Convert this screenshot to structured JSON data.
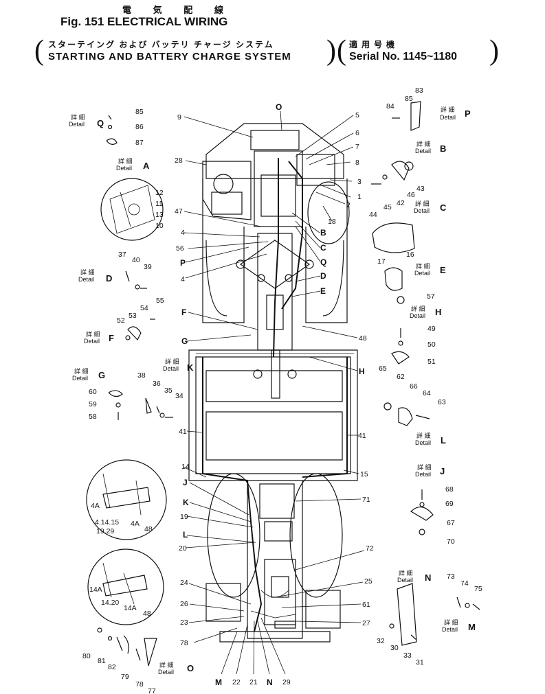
{
  "header": {
    "kanji_title": "電 気 配 線",
    "fig_title": "Fig. 151  ELECTRICAL  WIRING",
    "jp_subtitle": "スターテイング および バッテリ チャージ システム",
    "en_subtitle": "STARTING AND BATTERY CHARGE SYSTEM",
    "jp_serial": "適用号機",
    "en_serial": "Serial No. 1145~1180",
    "paren_open": "(",
    "paren_close": ")"
  },
  "detail_kanji": "詳 細",
  "detail_word": "Detail",
  "details": [
    {
      "letter": "Q"
    },
    {
      "letter": "A"
    },
    {
      "letter": "D"
    },
    {
      "letter": "F"
    },
    {
      "letter": "G"
    },
    {
      "letter": "K"
    },
    {
      "letter": "P"
    },
    {
      "letter": "B"
    },
    {
      "letter": "C"
    },
    {
      "letter": "E"
    },
    {
      "letter": "H"
    },
    {
      "letter": "L"
    },
    {
      "letter": "J"
    },
    {
      "letter": "N"
    },
    {
      "letter": "M"
    },
    {
      "letter": "O"
    }
  ],
  "callouts": [
    "85",
    "86",
    "87",
    "9",
    "O",
    "5",
    "6",
    "7",
    "8",
    "3",
    "1",
    "2",
    "28",
    "12",
    "11",
    "13",
    "10",
    "47",
    "4",
    "56",
    "P",
    "4",
    "B",
    "C",
    "Q",
    "D",
    "E",
    "18",
    "37",
    "40",
    "39",
    "F",
    "G",
    "48",
    "H",
    "54",
    "55",
    "53",
    "52",
    "38",
    "36",
    "35",
    "34",
    "60",
    "59",
    "58",
    "41",
    "41",
    "14",
    "15",
    "J",
    "K",
    "19",
    "L",
    "20",
    "71",
    "72",
    "25",
    "24",
    "61",
    "26",
    "23",
    "27",
    "78",
    "M",
    "22",
    "21",
    "N",
    "29",
    "4A",
    "4.14.15",
    "19.29",
    "4A",
    "48",
    "14A",
    "14.20",
    "14A",
    "48",
    "80",
    "81",
    "82",
    "79",
    "78",
    "77",
    "83",
    "84",
    "85",
    "42",
    "43",
    "44",
    "45",
    "46",
    "16",
    "17",
    "57",
    "49",
    "50",
    "51",
    "65",
    "62",
    "66",
    "64",
    "63",
    "68",
    "69",
    "67",
    "70",
    "73",
    "74",
    "75",
    "32",
    "30",
    "33",
    "31"
  ]
}
